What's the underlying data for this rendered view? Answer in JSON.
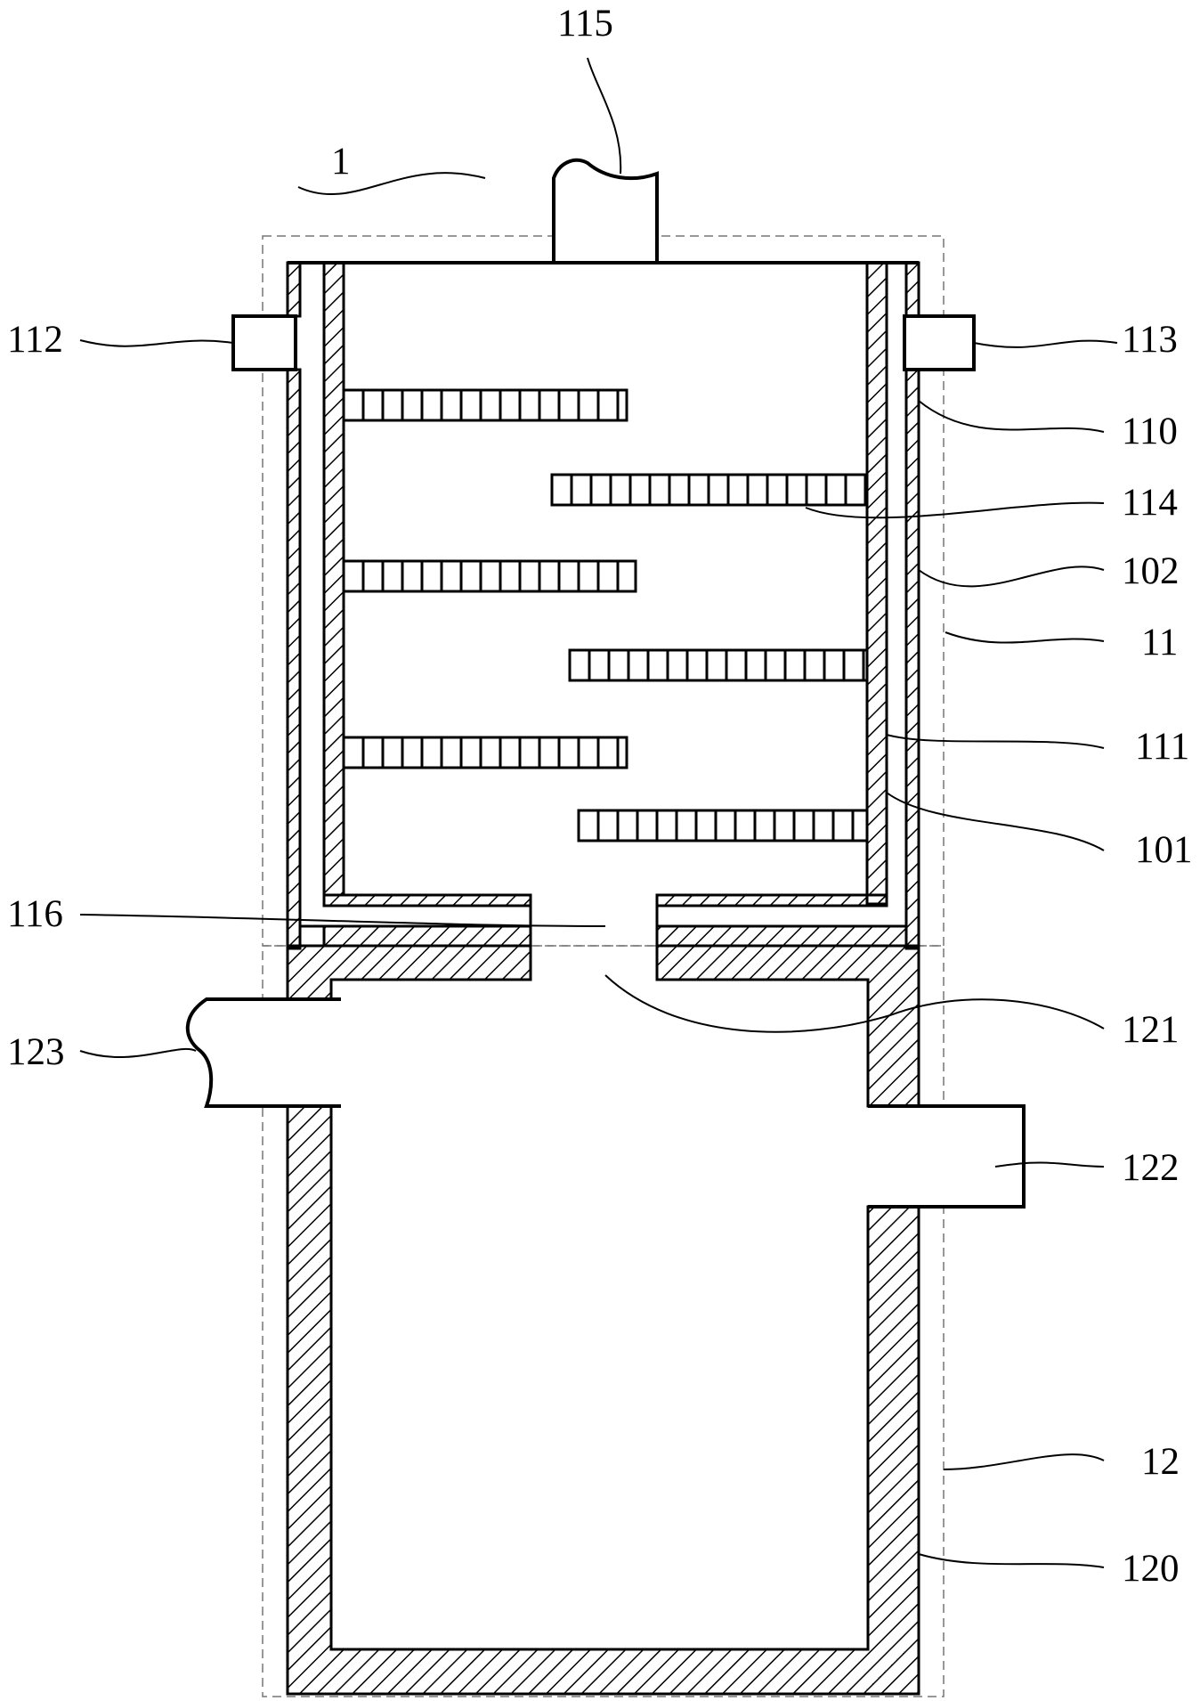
{
  "labels": {
    "assembly": "1",
    "outer_shell": "110",
    "inner_wall": "101",
    "outer_wall_gap": "102",
    "upper_section": "11",
    "cavity": "111",
    "left_inlet": "112",
    "right_outlet": "113",
    "baffle": "114",
    "top_pipe": "115",
    "bottom_plate": "116",
    "lower_section": "12",
    "lower_shell": "120",
    "connecting_port": "121",
    "lower_right_pipe": "122",
    "lower_left_pipe": "123"
  }
}
